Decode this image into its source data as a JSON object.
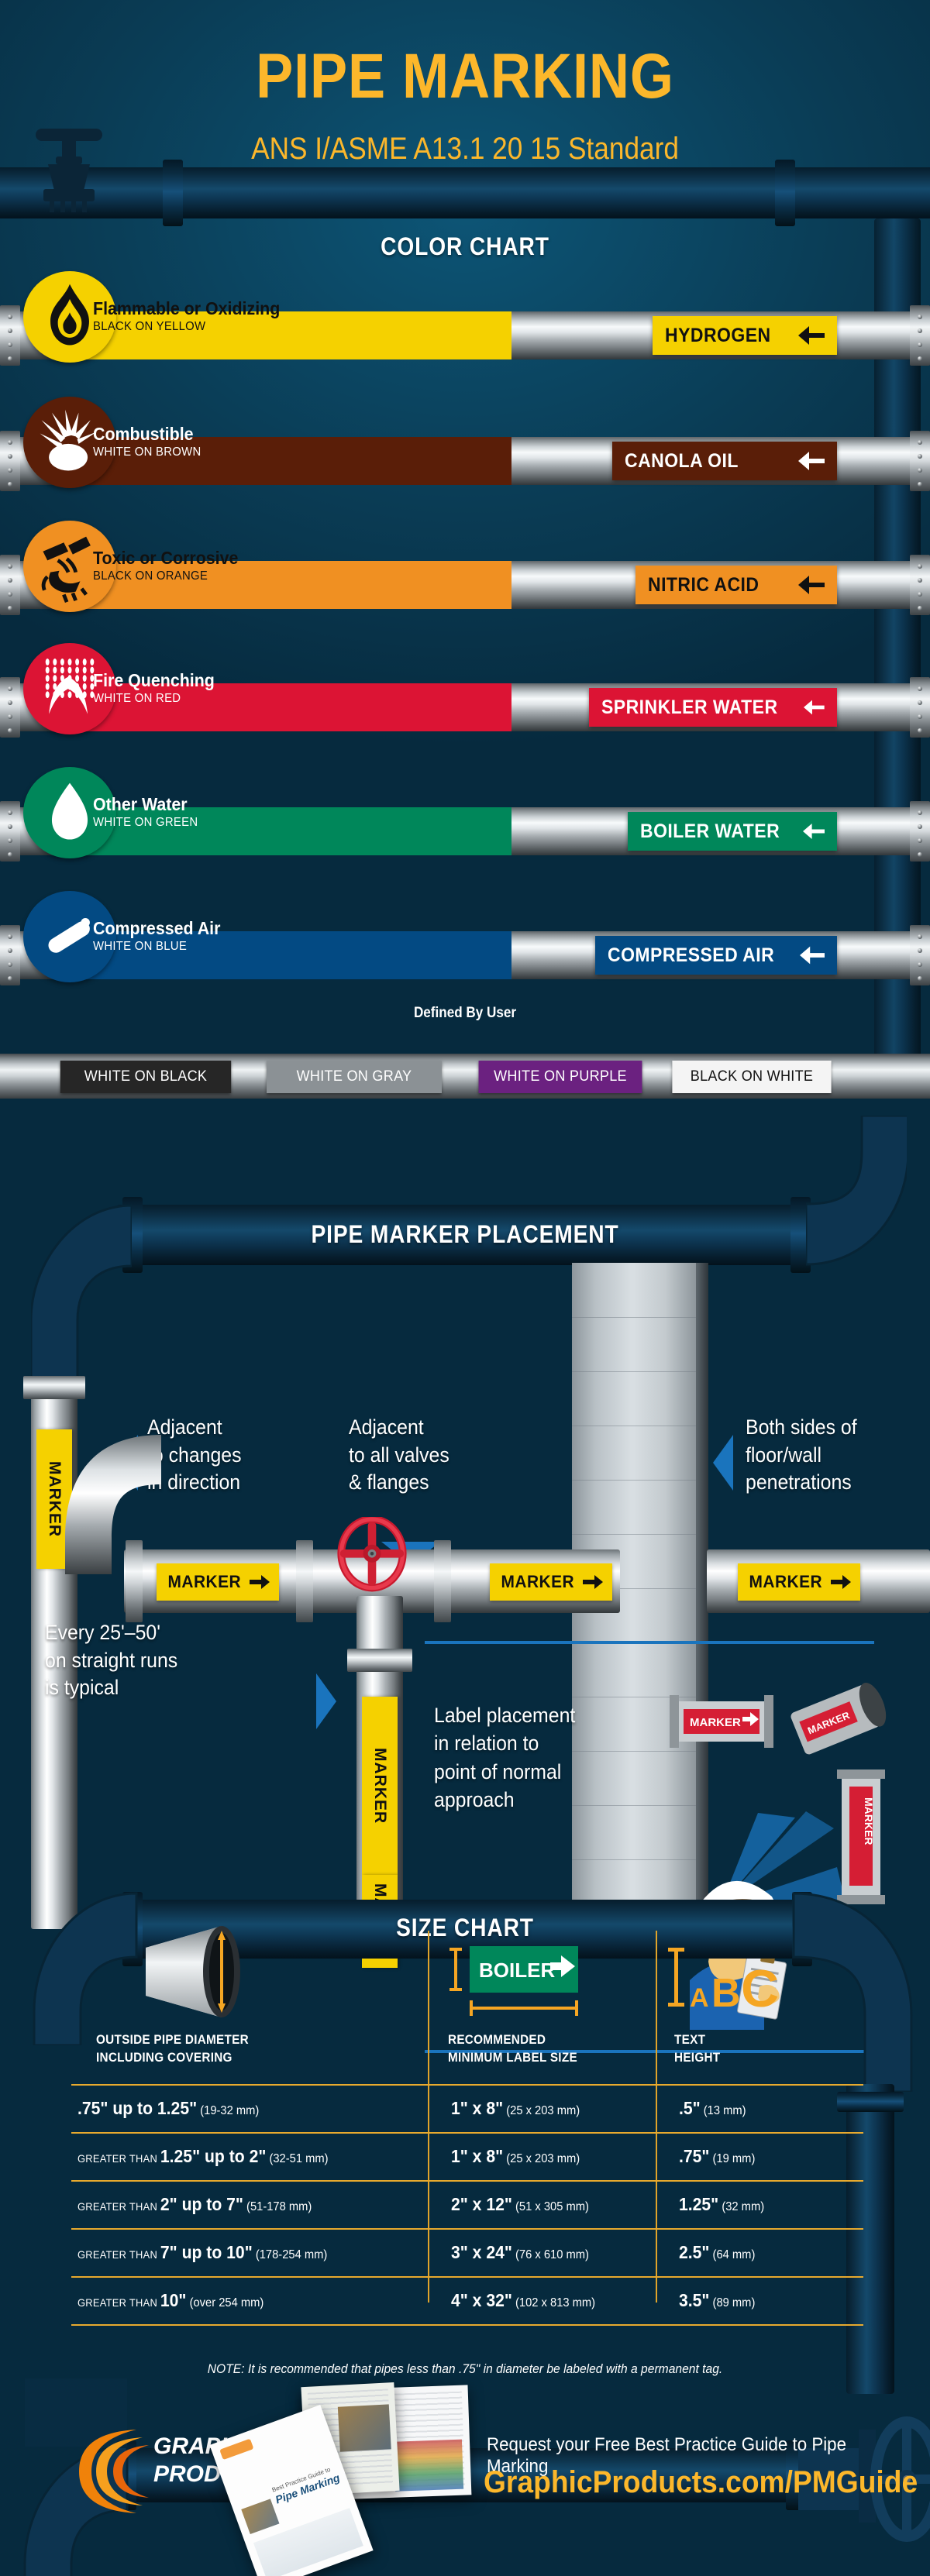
{
  "header": {
    "title": "PIPE MARKING",
    "subtitle": "ANS I/ASME A13.1 20 15 Standard"
  },
  "sections": {
    "color_chart_title": "COLOR CHART",
    "placement_title": "PIPE MARKER PLACEMENT",
    "size_chart_title": "SIZE CHART"
  },
  "color_chart": {
    "rows": [
      {
        "hazard": "Flammable or Oxidizing",
        "scheme": "BLACK ON YELLOW",
        "marker": "HYDROGEN",
        "bg": "#f5d100",
        "fg": "#111111",
        "icon": "flame-icon"
      },
      {
        "hazard": "Combustible",
        "scheme": "WHITE ON BROWN",
        "marker": "CANOLA OIL",
        "bg": "#5a1e08",
        "fg": "#ffffff",
        "icon": "explosion-icon"
      },
      {
        "hazard": "Toxic or Corrosive",
        "scheme": "BLACK ON ORANGE",
        "marker": "NITRIC ACID",
        "bg": "#f09022",
        "fg": "#111111",
        "icon": "corrosion-hand-icon"
      },
      {
        "hazard": "Fire Quenching",
        "scheme": "WHITE ON RED",
        "marker": "SPRINKLER WATER",
        "bg": "#dc1434",
        "fg": "#ffffff",
        "icon": "sprinkler-icon"
      },
      {
        "hazard": "Other Water",
        "scheme": "WHITE ON GREEN",
        "marker": "BOILER WATER",
        "bg": "#00875a",
        "fg": "#ffffff",
        "icon": "waterdrop-icon"
      },
      {
        "hazard": "Compressed Air",
        "scheme": "WHITE ON BLUE",
        "marker": "COMPRESSED AIR",
        "bg": "#034a83",
        "fg": "#ffffff",
        "icon": "gas-cylinder-icon"
      }
    ],
    "arrow_glyph": "⬅"
  },
  "defined_by_user": {
    "title": "Defined By User",
    "swatches": [
      {
        "label": "WHITE ON BLACK",
        "bg": "#262626",
        "fg": "#ffffff"
      },
      {
        "label": "WHITE ON GRAY",
        "bg": "#8b9195",
        "fg": "#ffffff"
      },
      {
        "label": "WHITE ON PURPLE",
        "bg": "#6b2180",
        "fg": "#ffffff"
      },
      {
        "label": "BLACK ON WHITE",
        "bg": "#f4f4f4",
        "fg": "#111111"
      }
    ]
  },
  "placement": {
    "callouts": [
      "Adjacent\nto changes\nin direction",
      "Adjacent\nto all valves\n& flanges",
      "Both sides of\nfloor/wall\npenetrations",
      "Every 25'–50'\non straight runs\nis typical"
    ],
    "callout_1": "Adjacent to changes in direction",
    "callout_2": "Adjacent to all valves & flanges",
    "callout_3": "Both sides of floor/wall penetrations",
    "callout_4": "Every 25'–50' on straight runs is typical",
    "label_placement_text": "Label placement\nin relation to\npoint of normal\napproach",
    "marker_word": "MARKER",
    "arrow_right_glyph": "➡",
    "arrow_up_glyph": "⬆",
    "arrow_down_glyph": "⬇"
  },
  "size_chart": {
    "icons": {
      "pipe_diameter": "pipe-diameter-icon",
      "label_size_sample": "BOILER",
      "text_height": "ABC"
    },
    "columns": [
      "OUTSIDE PIPE DIAMETER\nINCLUDING COVERING",
      "RECOMMENDED\nMINIMUM LABEL SIZE",
      "TEXT\nHEIGHT"
    ],
    "col1_line1": "OUTSIDE PIPE DIAMETER",
    "col1_line2": "INCLUDING COVERING",
    "col2_line1": "RECOMMENDED",
    "col2_line2": "MINIMUM LABEL SIZE",
    "col3_line1": "TEXT",
    "col3_line2": "HEIGHT",
    "rows": [
      {
        "prefix": "",
        "diameter": ".75\" up to 1.25\"",
        "diameter_mm": "(19-32 mm)",
        "label_size": "1\" x 8\"",
        "label_size_mm": "(25 x 203 mm)",
        "text_height": ".5\"",
        "text_height_mm": "(13 mm)"
      },
      {
        "prefix": "GREATER THAN",
        "diameter": "1.25\" up to 2\"",
        "diameter_mm": "(32-51 mm)",
        "label_size": "1\" x 8\"",
        "label_size_mm": "(25 x 203 mm)",
        "text_height": ".75\"",
        "text_height_mm": "(19 mm)"
      },
      {
        "prefix": "GREATER THAN",
        "diameter": "2\" up to 7\"",
        "diameter_mm": "(51-178 mm)",
        "label_size": "2\" x 12\"",
        "label_size_mm": "(51 x 305 mm)",
        "text_height": "1.25\"",
        "text_height_mm": "(32 mm)"
      },
      {
        "prefix": "GREATER THAN",
        "diameter": "7\" up to 10\"",
        "diameter_mm": "(178-254 mm)",
        "label_size": "3\" x 24\"",
        "label_size_mm": "(76 x 610 mm)",
        "text_height": "2.5\"",
        "text_height_mm": "(64 mm)"
      },
      {
        "prefix": "GREATER THAN",
        "diameter": "10\"",
        "diameter_mm": "(over 254 mm)",
        "label_size": "4\" x 32\"",
        "label_size_mm": "(102 x 813 mm)",
        "text_height": "3.5\"",
        "text_height_mm": "(89 mm)"
      }
    ],
    "note": "NOTE: It is recommended that pipes less than .75\" in diameter be labeled with a permanent tag."
  },
  "footer": {
    "logo_line1": "GRAPHIC",
    "logo_line2": "PRODUCTS",
    "logo_mark": "®",
    "cta": "Request your Free Best Practice Guide to Pipe Marking",
    "url": "GraphicProducts.com/PMGuide",
    "booklet_title": "Pipe Marking",
    "booklet_kicker": "Best Practice Guide to"
  },
  "colors": {
    "background": "#0a3c55",
    "accent_yellow": "#fcb72b",
    "marker_yellow": "#f5d100",
    "blue_arrow": "#1a74bd",
    "rule_gold": "#e8aa2e"
  }
}
